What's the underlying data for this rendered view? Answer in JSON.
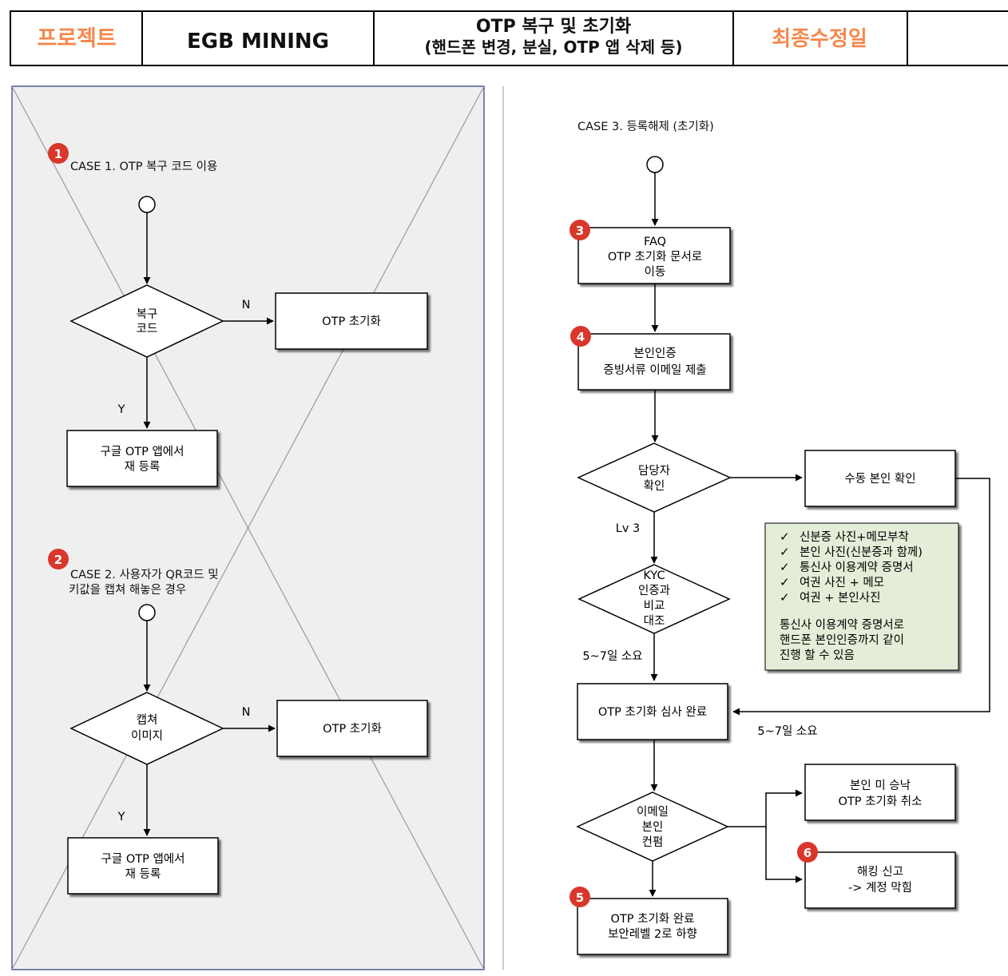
{
  "header": {
    "project_label": "프로젝트",
    "project_name": "EGB MINING",
    "doc_title_line1": "OTP 복구 및 초기화",
    "doc_title_line2": "(핸드폰 변경, 분실, OTP 앱 삭제 등)",
    "modified_label": "최종수정일",
    "modified_value": ""
  },
  "colors": {
    "accent_orange": "#f4894d",
    "badge_red": "#d9372b",
    "note_green": "#e3edd8",
    "left_panel_bg": "#efefef",
    "left_panel_border": "#4a5f8c"
  },
  "left_panel": {
    "case1": {
      "badge": "1",
      "title": "CASE 1. OTP 복구 코드 이용",
      "decision": [
        "복구",
        "코드"
      ],
      "no_label": "N",
      "no_box": "OTP 초기화",
      "yes_label": "Y",
      "yes_box": [
        "구글 OTP 앱에서",
        "재 등록"
      ]
    },
    "case2": {
      "badge": "2",
      "title": [
        "CASE 2. 사용자가 QR코드 및",
        "키값을 캡쳐 해놓은 경우"
      ],
      "decision": [
        "캡쳐",
        "이미지"
      ],
      "no_label": "N",
      "no_box": "OTP 초기화",
      "yes_label": "Y",
      "yes_box": [
        "구글 OTP 앱에서",
        "재 등록"
      ]
    }
  },
  "right_panel": {
    "title": "CASE 3. 등록해제 (초기화)",
    "step3": {
      "badge": "3",
      "text": [
        "FAQ",
        "OTP 초기화 문서로",
        "이동"
      ]
    },
    "step4": {
      "badge": "4",
      "text": [
        "본인인증",
        "증빙서류 이메일 제출"
      ]
    },
    "decision_manager": [
      "담당자",
      "확인"
    ],
    "manual_check": "수동 본인 확인",
    "lv3_label": "Lv 3",
    "decision_kyc": [
      "KYC",
      "인증과",
      "비교",
      "대조"
    ],
    "duration_left": "5~7일 소요",
    "review_done": "OTP 초기화 심사 완료",
    "duration_right": "5~7일 소요",
    "note": {
      "checks": [
        "신분증 사진+메모부착",
        "본인 사진(신분증과 함께)",
        "통신사 이용계약 증명서",
        "여권 사진 + 메모",
        "여권 + 본인사진"
      ],
      "check_mark": "✓",
      "paragraph": [
        "통신사 이용계약 증명서로",
        "핸드폰 본인인증까지 같이",
        "진행 할 수 있음"
      ]
    },
    "decision_email": [
      "이메일",
      "본인",
      "컨펌"
    ],
    "not_approved": [
      "본인 미 승낙",
      "OTP 초기화 취소"
    ],
    "step6": {
      "badge": "6",
      "text": [
        "해킹 신고",
        "-> 계정 막힘"
      ]
    },
    "step5": {
      "badge": "5",
      "text": [
        "OTP 초기화 완료",
        "보안레벨 2로 하향"
      ]
    }
  }
}
